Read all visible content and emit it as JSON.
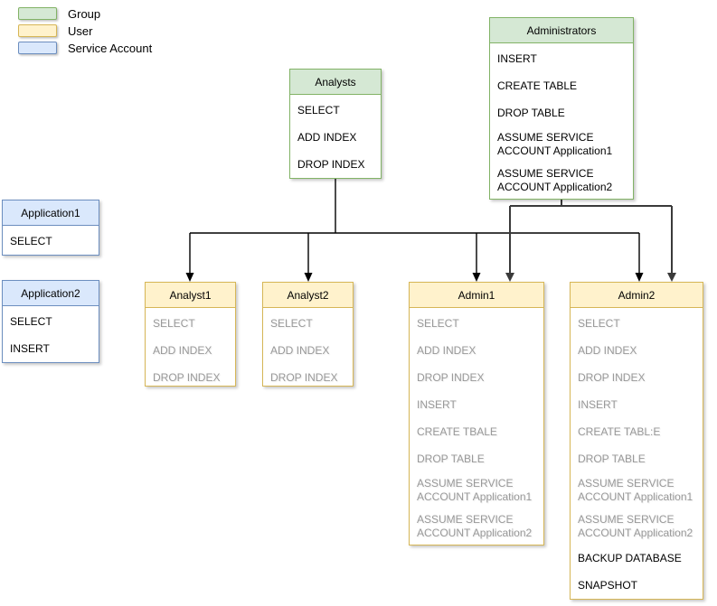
{
  "legend": {
    "items": [
      {
        "label": "Group",
        "type": "group"
      },
      {
        "label": "User",
        "type": "user"
      },
      {
        "label": "Service Account",
        "type": "service-account"
      }
    ]
  },
  "colors": {
    "group_fill": "#d5e8d4",
    "group_border": "#82b366",
    "user_fill": "#fff2cc",
    "user_border": "#d6b656",
    "service_account_fill": "#dae8fc",
    "service_account_border": "#6c8ebf",
    "direct_permission_text": "#000000",
    "inherited_permission_text": "#999999",
    "connector": "#000000"
  },
  "nodes": {
    "administrators": {
      "title": "Administrators",
      "items": [
        {
          "label": "INSERT",
          "inherited": false
        },
        {
          "label": "CREATE TABLE",
          "inherited": false
        },
        {
          "label": "DROP TABLE",
          "inherited": false
        },
        {
          "label": "ASSUME SERVICE ACCOUNT Application1",
          "inherited": false
        },
        {
          "label": "ASSUME SERVICE ACCOUNT Application2",
          "inherited": false
        }
      ]
    },
    "analysts": {
      "title": "Analysts",
      "items": [
        {
          "label": "SELECT",
          "inherited": false
        },
        {
          "label": "ADD INDEX",
          "inherited": false
        },
        {
          "label": "DROP INDEX",
          "inherited": false
        }
      ]
    },
    "application1": {
      "title": "Application1",
      "items": [
        {
          "label": "SELECT",
          "inherited": false
        }
      ]
    },
    "application2": {
      "title": "Application2",
      "items": [
        {
          "label": "SELECT",
          "inherited": false
        },
        {
          "label": "INSERT",
          "inherited": false
        }
      ]
    },
    "analyst1": {
      "title": "Analyst1",
      "items": [
        {
          "label": "SELECT",
          "inherited": true
        },
        {
          "label": "ADD INDEX",
          "inherited": true
        },
        {
          "label": "DROP INDEX",
          "inherited": true
        }
      ]
    },
    "analyst2": {
      "title": "Analyst2",
      "items": [
        {
          "label": "SELECT",
          "inherited": true
        },
        {
          "label": "ADD INDEX",
          "inherited": true
        },
        {
          "label": "DROP INDEX",
          "inherited": true
        }
      ]
    },
    "admin1": {
      "title": "Admin1",
      "items": [
        {
          "label": "SELECT",
          "inherited": true
        },
        {
          "label": "ADD INDEX",
          "inherited": true
        },
        {
          "label": "DROP INDEX",
          "inherited": true
        },
        {
          "label": "INSERT",
          "inherited": true
        },
        {
          "label": "CREATE TBALE",
          "inherited": true
        },
        {
          "label": "DROP TABLE",
          "inherited": true
        },
        {
          "label": "ASSUME SERVICE ACCOUNT Application1",
          "inherited": true
        },
        {
          "label": "ASSUME SERVICE ACCOUNT Application2",
          "inherited": true
        }
      ]
    },
    "admin2": {
      "title": "Admin2",
      "items": [
        {
          "label": "SELECT",
          "inherited": true
        },
        {
          "label": "ADD INDEX",
          "inherited": true
        },
        {
          "label": "DROP INDEX",
          "inherited": true
        },
        {
          "label": "INSERT",
          "inherited": true
        },
        {
          "label": "CREATE TABL:E",
          "inherited": true
        },
        {
          "label": "DROP TABLE",
          "inherited": true
        },
        {
          "label": "ASSUME SERVICE ACCOUNT Application1",
          "inherited": true
        },
        {
          "label": "ASSUME SERVICE ACCOUNT Application2",
          "inherited": true
        },
        {
          "label": "BACKUP DATABASE",
          "inherited": false
        },
        {
          "label": "SNAPSHOT",
          "inherited": false
        }
      ]
    }
  }
}
